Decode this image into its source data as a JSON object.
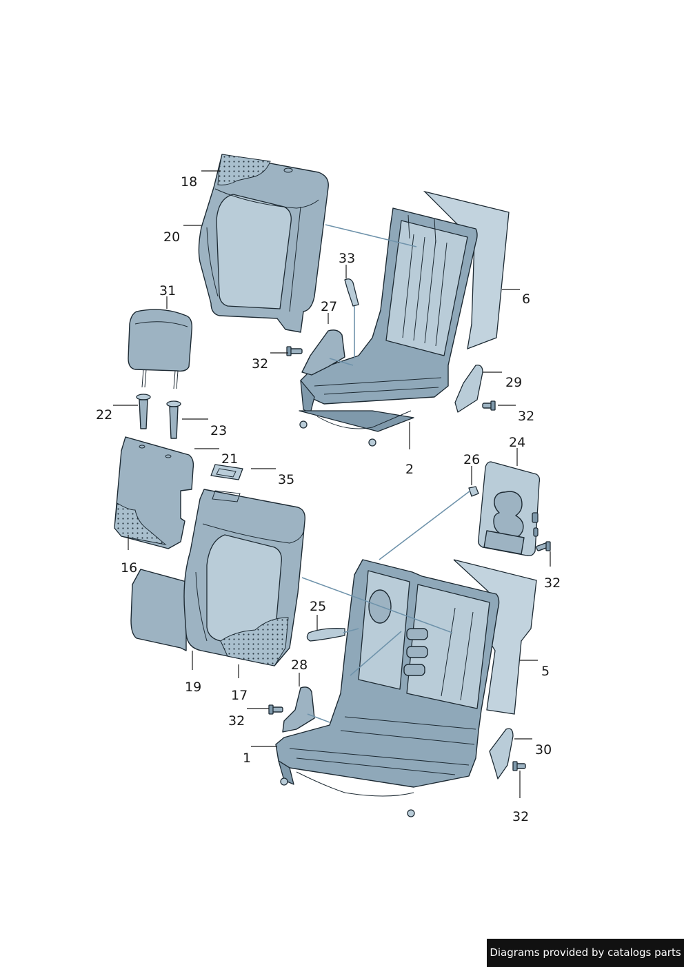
{
  "callouts": {
    "c18": "18",
    "c20": "20",
    "c33": "33",
    "c27": "27",
    "c6": "6",
    "c31": "31",
    "c32a": "32",
    "c29": "29",
    "c32b": "32",
    "c22": "22",
    "c23": "23",
    "c2": "2",
    "c24": "24",
    "c26": "26",
    "c21": "21",
    "c35": "35",
    "c16": "16",
    "c32c": "32",
    "c25": "25",
    "c5": "5",
    "c19": "19",
    "c17": "17",
    "c28": "28",
    "c32d": "32",
    "c30": "30",
    "c1": "1",
    "c32e": "32"
  },
  "footer": {
    "credit": "Diagrams provided by catalogs parts"
  }
}
